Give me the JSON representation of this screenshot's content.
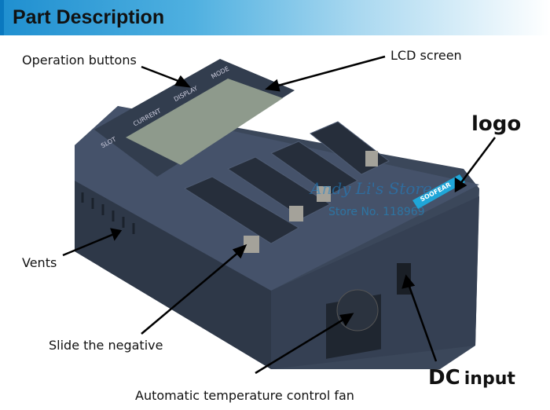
{
  "header": {
    "title": "Part Description"
  },
  "labels": {
    "operation_buttons": "Operation buttons",
    "lcd_screen": "LCD screen",
    "logo": "logo",
    "vents": "Vents",
    "slide_negative": "Slide the negative",
    "fan": "Automatic temperature control fan",
    "dc_input_dc": "DC",
    "dc_input_word": "input"
  },
  "device": {
    "buttons": [
      "SLOT",
      "CURRENT",
      "DISPLAY",
      "MODE"
    ],
    "brand": "SOOFEAR"
  },
  "watermark": {
    "line1": "Andy Li's Store",
    "line2": "Store No. 118969"
  },
  "colors": {
    "body": "#3d4a5e",
    "accent": "#1fa6d8",
    "header": "#1f8fd0"
  }
}
